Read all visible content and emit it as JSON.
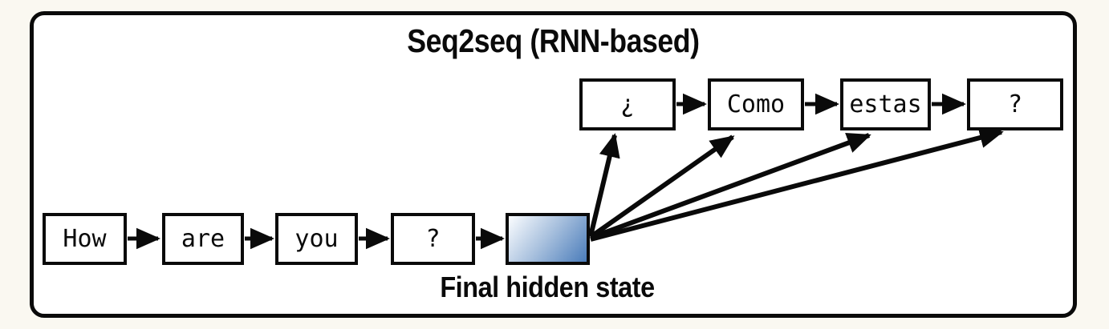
{
  "title": "Seq2seq (RNN-based)",
  "encoder": {
    "tokens": [
      "How",
      "are",
      "you",
      "?"
    ]
  },
  "hidden_state": {
    "label": "Final hidden state"
  },
  "decoder": {
    "tokens": [
      "¿",
      "Como",
      "estas",
      "?"
    ]
  },
  "colors": {
    "background": "#faf8f1",
    "frame_fill": "#ffffff",
    "line": "#0a0a0a",
    "hidden_gradient_start": "#fbfdff",
    "hidden_gradient_mid": "#a9c1de",
    "hidden_gradient_end": "#4a7cba"
  }
}
